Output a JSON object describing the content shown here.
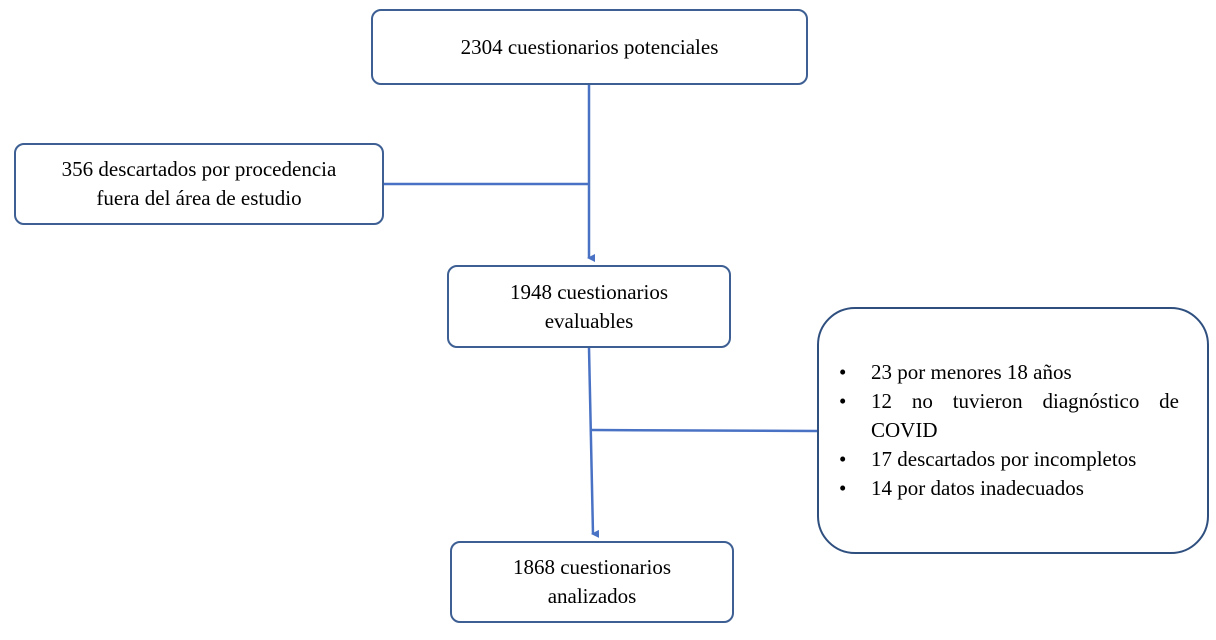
{
  "flowchart": {
    "top_box": {
      "text": "2304 cuestionarios potenciales"
    },
    "excluded_box": {
      "lines": [
        "356 descartados por procedencia",
        "fuera del área de estudio"
      ]
    },
    "middle_box": {
      "lines": [
        "1948 cuestionarios",
        "evaluables"
      ]
    },
    "exclusions_box": {
      "bullet": "•",
      "items": [
        "23 por menores 18 años",
        "12 no tuvieron diagnóstico de COVID",
        "17 descartados por incompletos",
        "14 por datos inadecuados"
      ]
    },
    "bottom_box": {
      "lines": [
        "1868 cuestionarios",
        "analizados"
      ]
    },
    "colors": {
      "connector": "#4a72c4",
      "box_border": "#3d5f93"
    }
  }
}
